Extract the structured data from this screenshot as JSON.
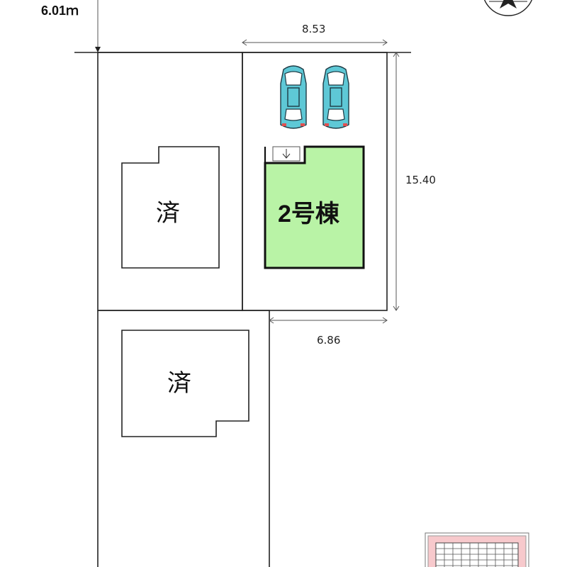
{
  "road": {
    "width_label": "6.01ｍ"
  },
  "dimensions": {
    "top_width": "8.53",
    "depth": "15.40",
    "bottom_width": "6.86"
  },
  "lots": {
    "sold_upper_label": "済",
    "sold_lower_label": "済",
    "target_label": "2号棟"
  },
  "colors": {
    "target_fill": "#b9f3a6",
    "car_body": "#5ec8d6",
    "pink_fill": "#f7c9cc"
  },
  "icons": {
    "compass": "compass-icon",
    "car": "car-icon",
    "entrance_arrow": "arrow-down-icon",
    "grid_building": "grid-icon"
  }
}
